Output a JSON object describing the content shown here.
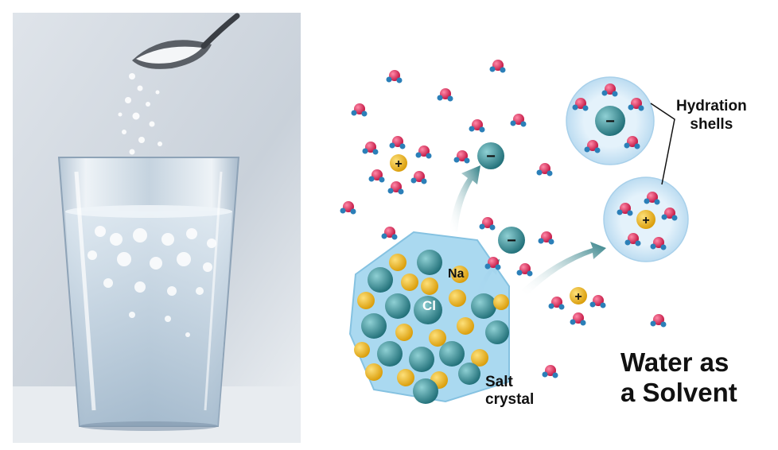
{
  "labels": {
    "hydration_shells": "Hydration\nshells",
    "na": "Na",
    "cl": "Cl",
    "salt_crystal": "Salt\ncrystal",
    "title": "Water as\na Solvent"
  },
  "symbols": {
    "plus": "+",
    "minus": "−"
  },
  "colors": {
    "water_oxygen": "#e0245e",
    "water_hydrogen": "#2b7fb8",
    "sodium": "#f2b312",
    "chloride": "#2e8c92",
    "shell": "#cfe6f5",
    "crystal": "#9fd3ef"
  }
}
